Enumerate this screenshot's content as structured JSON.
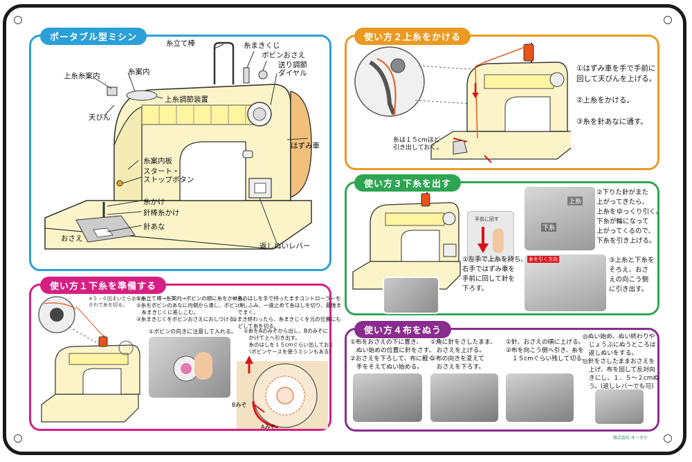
{
  "colors": {
    "blue": "#2a9fd8",
    "orange": "#ea9a22",
    "green": "#2fa553",
    "magenta": "#d61f83",
    "purple": "#8a2c8e",
    "machine": "#fbf4c8",
    "thread": "#e8541a"
  },
  "panel1": {
    "title": "ポータブル型ミシン",
    "labels": {
      "spool_pin": "糸立て棒",
      "bobbin_winder": "糸まきくじ",
      "bobbin_presser": "ボビンおさえ",
      "feed_dial": "送り調節\nダイヤル",
      "upper_guide": "上糸糸案内",
      "thread_guide": "糸案内",
      "tension": "上糸調節装置",
      "take_up": "天びん",
      "handwheel": "はずみ車",
      "guide_plate": "糸案内板",
      "start_stop": "スタート・\nストップボタン",
      "hook": "糸かけ",
      "needle_bar_hook": "針棒糸かけ",
      "needle_hole": "針あな",
      "presser": "おさえ",
      "reverse": "返しぬいレバー"
    }
  },
  "panel2": {
    "title": "使い方２上糸をかける",
    "note": "糸は１５cmほど\n引き出しておく。",
    "steps": [
      "①はずみ車を手で手前に\n回して天びんを上げる。",
      "②上糸をかける。",
      "③糸を針あなに通す。"
    ]
  },
  "panel3": {
    "title": "使い方３下糸を出す",
    "inset_label": "手前に回す",
    "hand_label": "糸を引く方向",
    "step1": "①左手で上糸を持ち、\n右手ではずみ車を\n手前に回して針を\n下ろす。",
    "step2": "②下りた針がまた\n上がってきたら、\n上糸をゆっくり引く。\n下糸が輪になって\n上がってくるので、\n下糸を引き上げる。",
    "step3": "③上糸と下糸を\nそろえ、おさ\nえの向こう側\nに引き出す。",
    "photo_upper": "上糸",
    "photo_lower": "下糸"
  },
  "panel4": {
    "title": "使い方１下糸を準備する",
    "note_small": "※５・６回まいたらあなの\nきわで糸を切る。",
    "col1": "①糸立て棒→糸案内→ボビンの順に糸をかける。\n②糸をボビンのあなに内側から通し、ボビンを\n　糸まきじくに差しこむ。\n③糸まきじくをボビンおさえにおしつける。",
    "col2": "④糸のはしを手で持ったままコントローラーを\n　少しふみ、一度止めて糸はしを切り、最後ま\n　でまく。\n⑤まき終わったら、糸まきじくを元の位置にも\n　どして糸を切る。",
    "bobbin_caption": "①ボビンの向きに注意して入れる。",
    "groove_caption": "②糸をAのみぞから出し、Bのみぞに\n　かけて上へ引き出す。\n　糸のはしを１５cmぐらい出しておく\n　（ボビンケースを使うミシンもある）",
    "groove_b": "Bみぞ",
    "groove_a": "Aみぞ"
  },
  "panel5": {
    "title": "使い方４布をぬう",
    "col1": "①布をおさえの下に置き、\n　ぬい始めの位置に針をさす。\n②おさえを下ろして、布に軽く\n　手をそえてぬい始める。",
    "col2": "①角に針をさしたまま、\n　おさえを上げる。\n②布の向きを変えて\n　おさえを下ろす。",
    "col3": "①針、おさえの順に上げる。\n②布を向こう側へ引き、糸を\n　１５cmぐらい残して切る。",
    "col4": "◎ぬい始め、ぬい終わりや\n　じょうぶにぬうところは\n　返しぬいをする。\n◎針をさしたままおさえを\n　上げ、布を回して反対向\n　きにし、１．５〜２cmぬ\n　う。(返しレバーでも可)"
  },
  "footer": {
    "publisher": "株式会社 オータケ"
  }
}
